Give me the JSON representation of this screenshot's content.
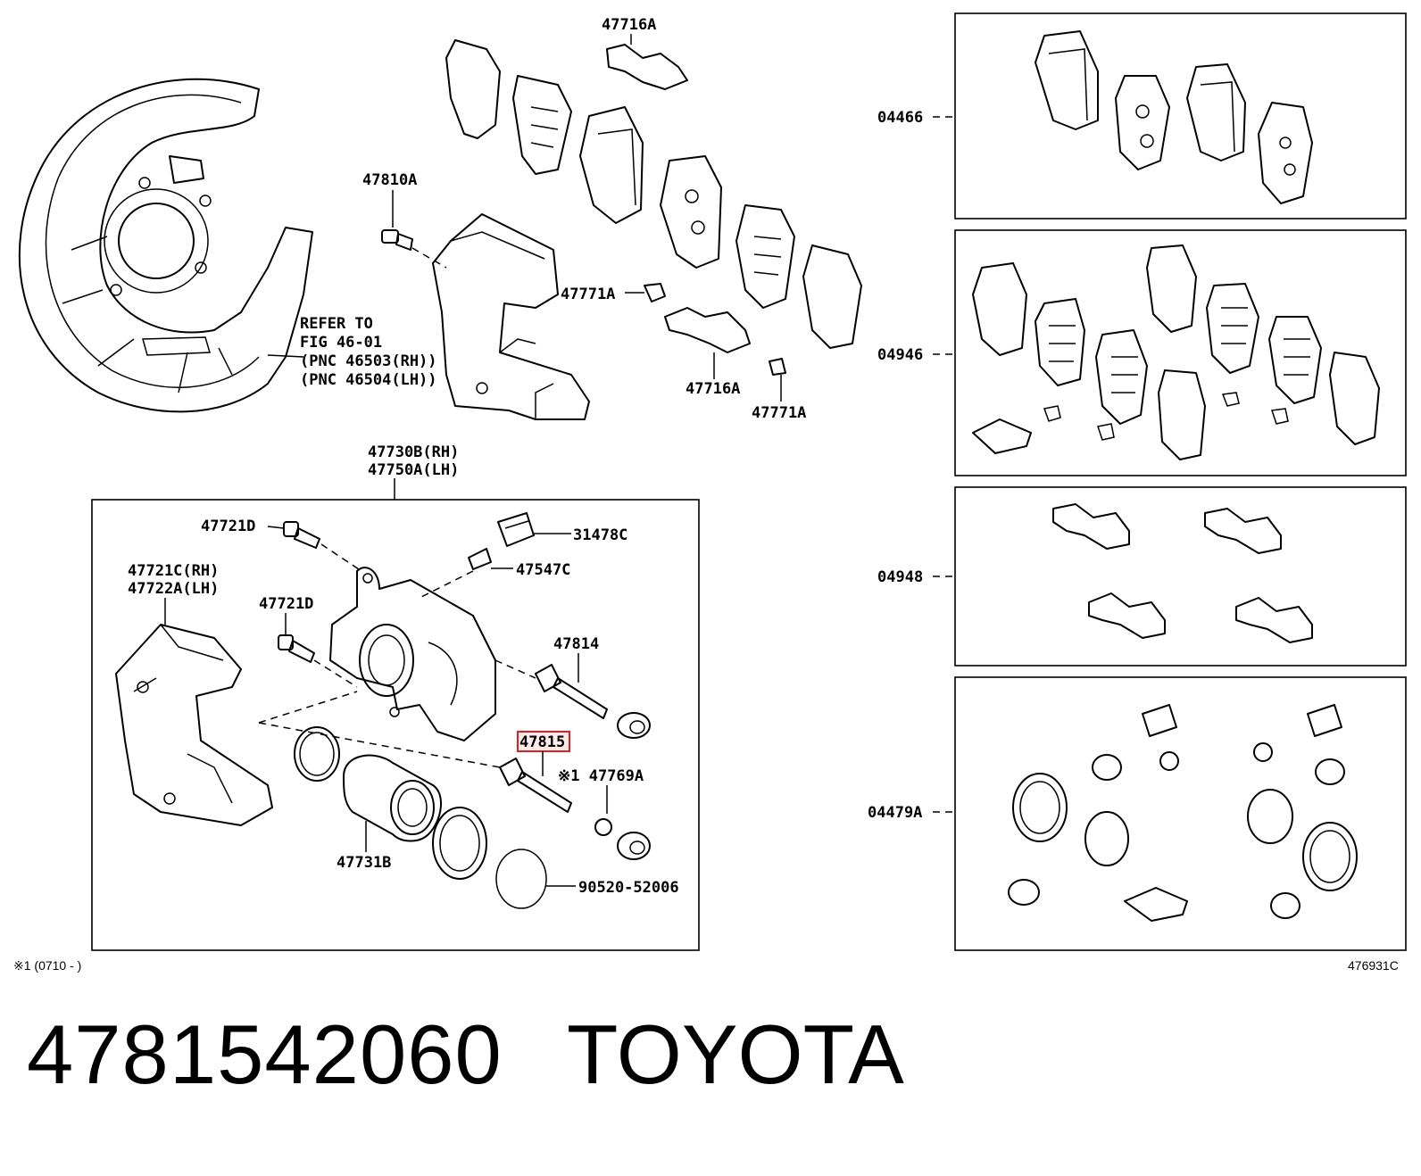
{
  "labels": {
    "l47716a_top": "47716A",
    "l47810a": "47810A",
    "l47771a_1": "47771A",
    "l47716a_bot": "47716A",
    "l47771a_2": "47771A",
    "refer1": "REFER TO",
    "refer2": "FIG 46-01",
    "refer3": "(PNC 46503(RH))",
    "refer4": "(PNC 46504(LH))",
    "l47730b": "47730B(RH)",
    "l47750a": "47750A(LH)",
    "l47721d_1": "47721D",
    "l31478c": "31478C",
    "l47547c": "47547C",
    "l47721c": "47721C(RH)",
    "l47722a": "47722A(LH)",
    "l47721d_2": "47721D",
    "l47814": "47814",
    "l47815": "47815",
    "l47769a": "※1 47769A",
    "l47731b": "47731B",
    "l90520": "90520-52006",
    "l04466": "04466",
    "l04946": "04946",
    "l04948": "04948",
    "l04479a": "04479A",
    "footnote": "※1 (0710 -        )",
    "figure_code": "476931C"
  },
  "highlight": {
    "label": "47815",
    "color": "#e02020"
  },
  "footer": {
    "part_number": "4781542060",
    "brand": "TOYOTA"
  }
}
